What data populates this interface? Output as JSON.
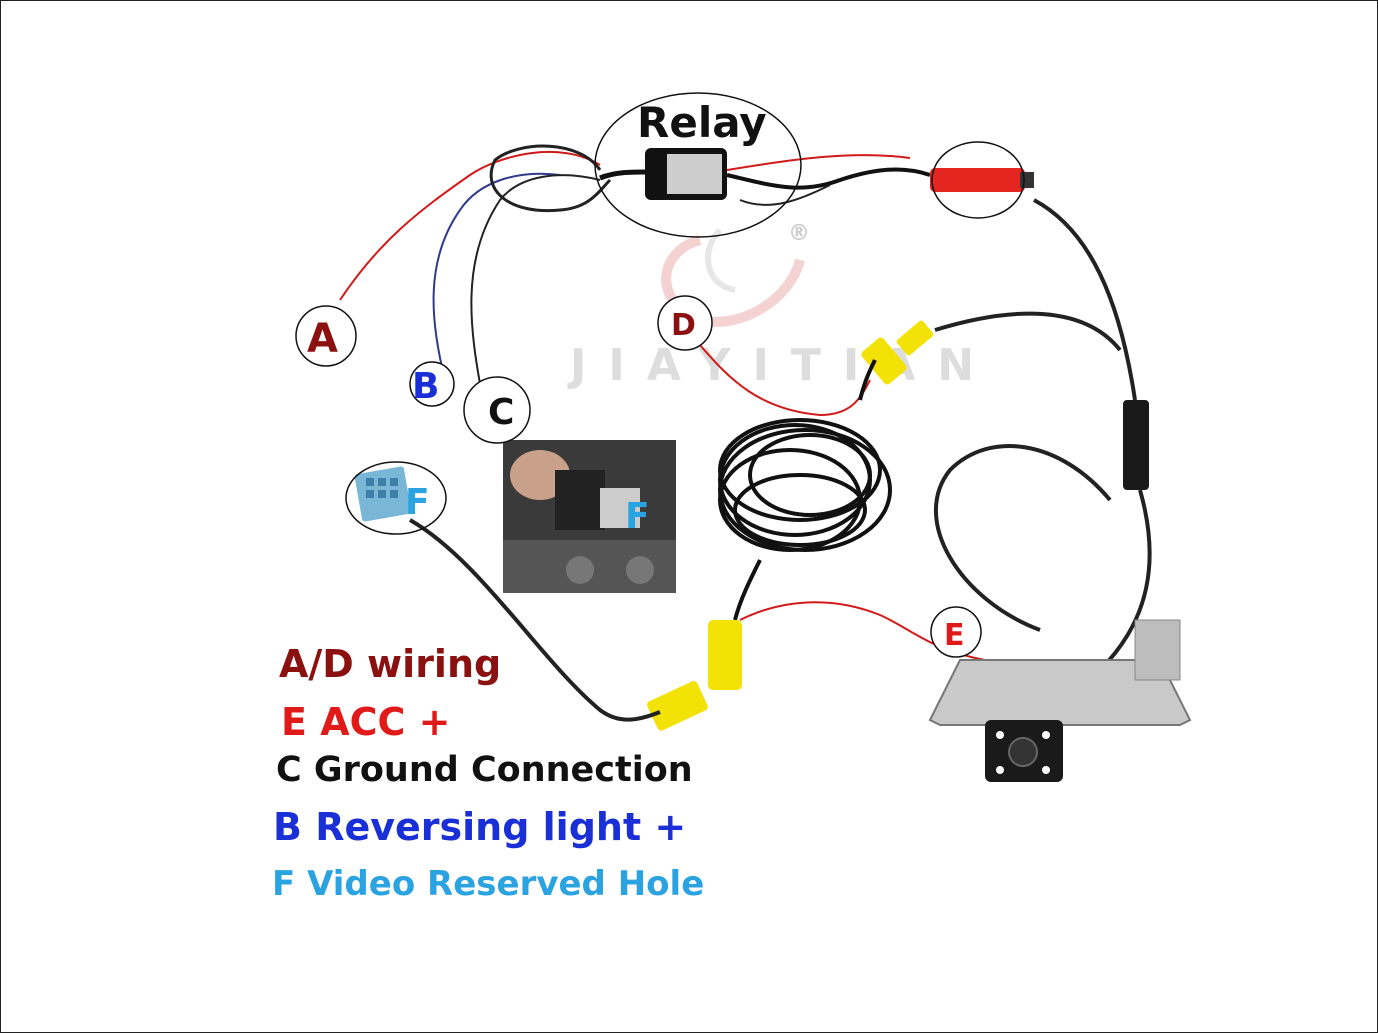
{
  "relay": {
    "title": "Relay"
  },
  "watermark": {
    "text": "JIAYITIAN",
    "registered": "®"
  },
  "markers": {
    "a": "A",
    "b": "B",
    "c": "C",
    "d": "D",
    "e": "E",
    "f": "F",
    "photo_f": "F"
  },
  "legend": {
    "ad_wiring": "A/D wiring",
    "e_acc": "E ACC +",
    "c_ground": "C Ground Connection",
    "b_reversing": "B Reversing light +",
    "f_video": "F Video Reserved Hole"
  },
  "colors": {
    "dark_red": "#8b1010",
    "red": "#e01919",
    "black": "#111111",
    "blue": "#1a2fd6",
    "light_blue": "#2ba3e0",
    "wire_red": "#d11a1a",
    "wire_blue": "#303a8a",
    "rca_yellow": "#f2e205"
  }
}
